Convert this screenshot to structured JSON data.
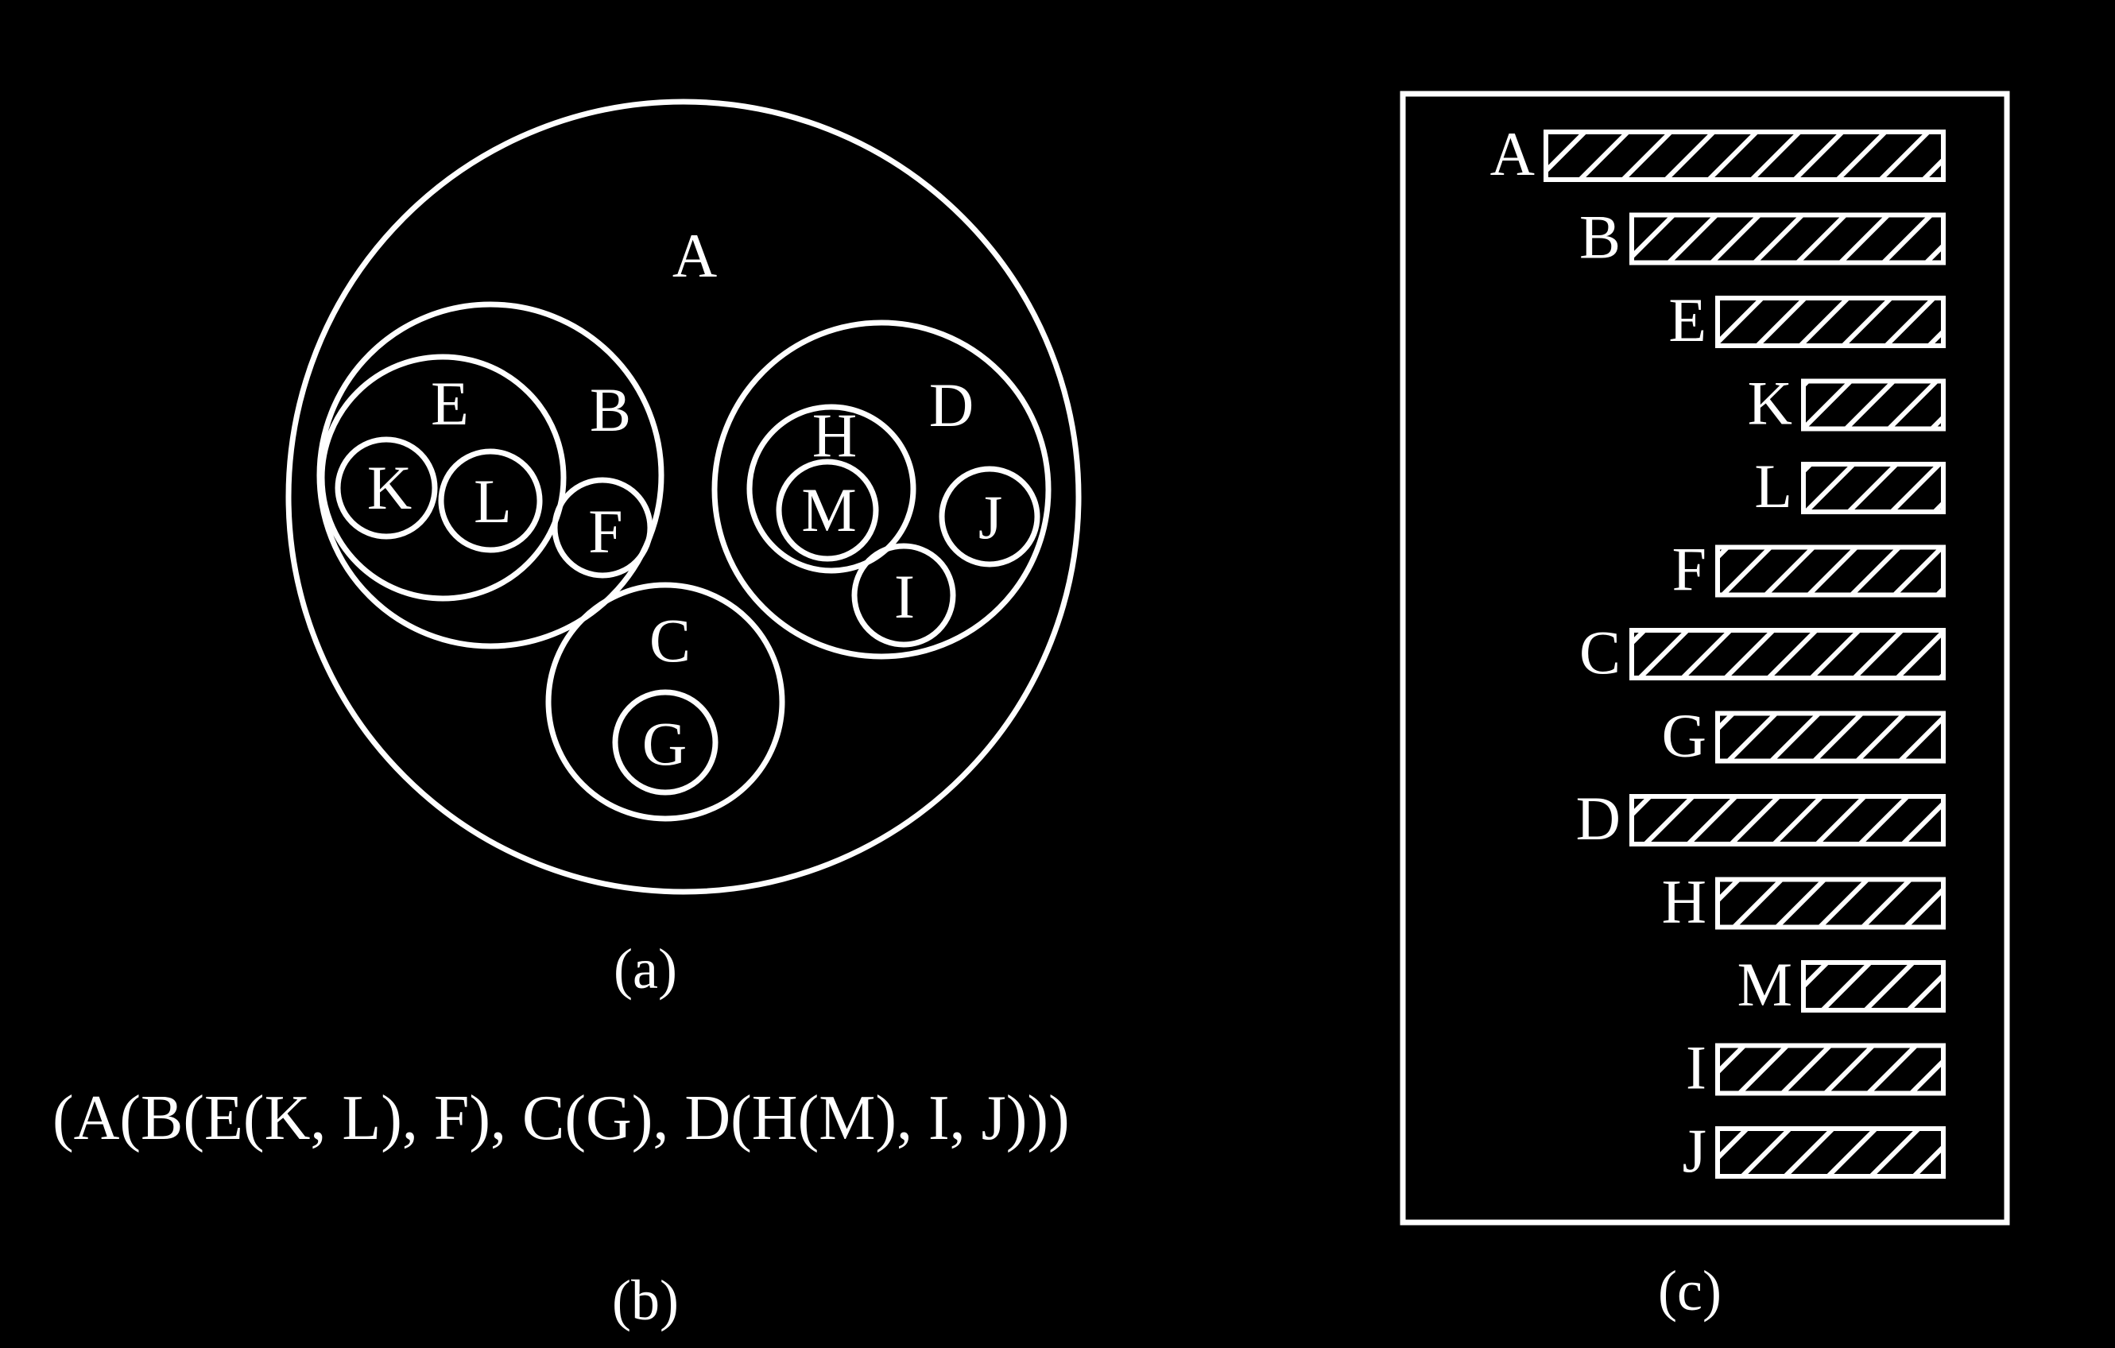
{
  "colors": {
    "background": "#000000",
    "foreground": "#ffffff"
  },
  "panel_a": {
    "caption": "(a)",
    "nodes": {
      "A": "A",
      "B": "B",
      "C": "C",
      "D": "D",
      "E": "E",
      "F": "F",
      "G": "G",
      "H": "H",
      "I": "I",
      "J": "J",
      "K": "K",
      "L": "L",
      "M": "M"
    }
  },
  "panel_b": {
    "caption": "(b)",
    "expression": "(A(B(E(K, L), F), C(G), D(H(M), I, J)))"
  },
  "panel_c": {
    "caption": "(c)",
    "rows": [
      {
        "label": "A",
        "depth": 0
      },
      {
        "label": "B",
        "depth": 1
      },
      {
        "label": "E",
        "depth": 2
      },
      {
        "label": "K",
        "depth": 3
      },
      {
        "label": "L",
        "depth": 3
      },
      {
        "label": "F",
        "depth": 2
      },
      {
        "label": "C",
        "depth": 1
      },
      {
        "label": "G",
        "depth": 2
      },
      {
        "label": "D",
        "depth": 1
      },
      {
        "label": "H",
        "depth": 2
      },
      {
        "label": "M",
        "depth": 3
      },
      {
        "label": "I",
        "depth": 2
      },
      {
        "label": "J",
        "depth": 2
      }
    ]
  }
}
